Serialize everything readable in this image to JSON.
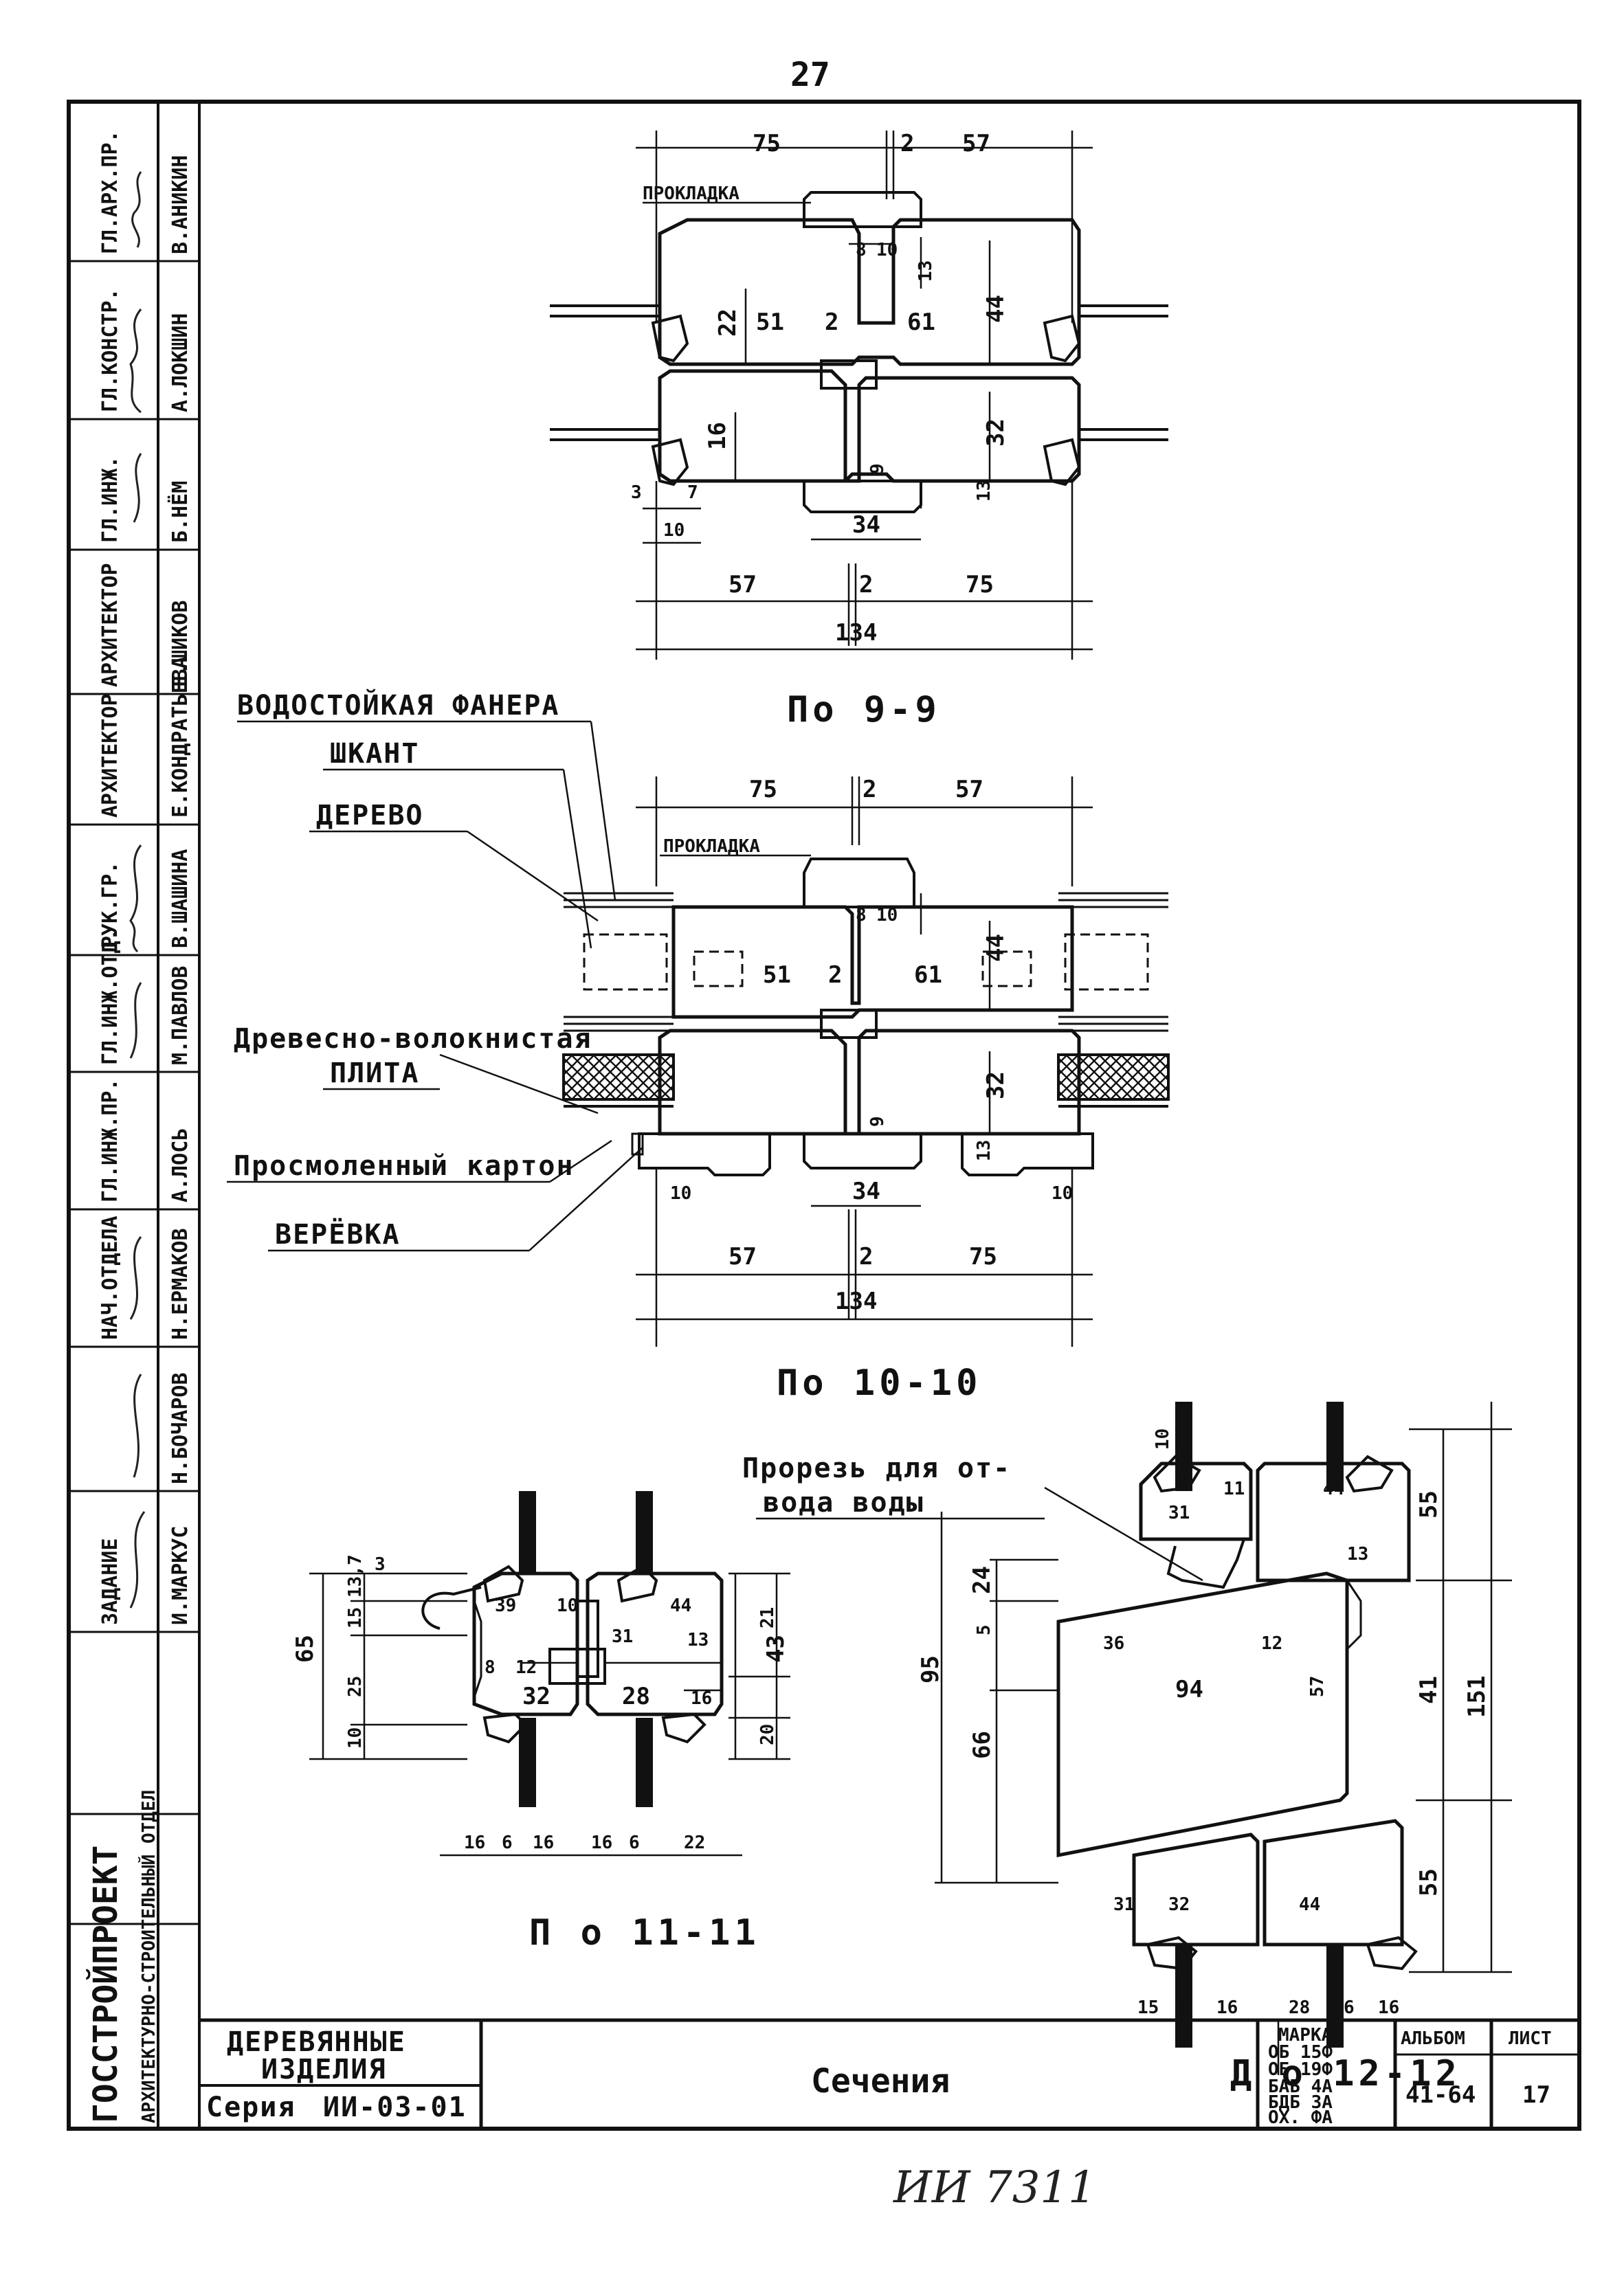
{
  "page_number": "27",
  "side_stamp": {
    "row_titles": [
      "ГЛ.АРХ.ПР.",
      "ГЛ.КОНСТР.",
      "ГЛ.ИНЖ.",
      "АРХИТЕКТОР",
      "АРХИТЕКТОР",
      "РУК.ГР.",
      "ГЛ.ИНЖ.ОТД.",
      "ГЛ.ИНЖ.ПР.",
      "НАЧ.ОТДЕЛА",
      "ЗАДАНИЕ"
    ],
    "row_names": [
      "В.АНИКИН",
      "А.ЛОКШИН",
      "Б.НЁМ",
      "Е.ШИКОВ",
      "Е.КОНДРАТЬЕВА",
      "В.ШАШИНА",
      "М.ПАВЛОВ",
      "А.ЛОСЬ",
      "Н.ЕРМАКОВ",
      "Н.БОЧАРОВ"
    ],
    "last_name": "И.МАРКУС",
    "org": "ГОССТРОЙПРОЕКТ",
    "dept": "АРХИТЕКТУРНО-СТРОИТЕЛЬНЫЙ ОТДЕЛ"
  },
  "sections": {
    "s9": "По 9-9",
    "s10": "По 10-10",
    "s11": "П о 11-11",
    "s12": "Д о 12-12"
  },
  "labels": {
    "prokladka": "ПРОКЛАДКА",
    "plywood": "ВОДОСТОЙКАЯ ФАНЕРА",
    "dowel": "ШКАНТ",
    "wood": "ДЕРЕВО",
    "fiberboard_1": "Древесно-волокнистая",
    "fiberboard_2": "ПЛИТА",
    "cardboard": "Просмоленный картон",
    "wrap": "ВЕРЁВКА",
    "slot_1": "Прорезь для от-",
    "slot_2": "вода воды"
  },
  "dims_9": {
    "a": "75",
    "b": "2",
    "c": "57",
    "d": "51",
    "e": "2",
    "f": "61",
    "g": "22",
    "h": "44",
    "i": "16",
    "j": "32",
    "k": "13",
    "l": "34",
    "m": "3",
    "n": "7",
    "o": "10",
    "p": "57",
    "q": "2",
    "r": "75",
    "total": "134",
    "s": "8",
    "t": "10",
    "u": "9"
  },
  "dims_10": {
    "a": "75",
    "b": "2",
    "c": "57",
    "d": "51",
    "e": "2",
    "f": "61",
    "h": "44",
    "j": "32",
    "k": "13",
    "l": "34",
    "o": "10",
    "p": "57",
    "q": "2",
    "r": "75",
    "total": "134",
    "s": "8",
    "t": "10",
    "u": "9"
  },
  "dims_11": {
    "h": "65",
    "a": "10",
    "b": "25",
    "c": "15",
    "d": "13,7",
    "e": "3",
    "f": "39",
    "g": "44",
    "i": "31",
    "j": "13",
    "k": "32",
    "l": "28",
    "m": "16",
    "n": "8",
    "o": "12",
    "p": "10",
    "q": "21",
    "r": "43",
    "s": "20",
    "bottom": [
      "16",
      "6",
      "16",
      "16",
      "6",
      "22"
    ]
  },
  "dims_12": {
    "top": "10",
    "a": "31",
    "b": "44",
    "c": "11",
    "d": "12",
    "e": "13",
    "f": "36",
    "g": "94",
    "h": "57",
    "i": "95",
    "j": "66",
    "k": "24",
    "l": "5",
    "m": "55",
    "n": "41",
    "o": "55",
    "total": "151",
    "p": "32",
    "q": "44",
    "r": "31",
    "bottom": [
      "15",
      "6",
      "16",
      "28",
      "6",
      "16"
    ]
  },
  "title_block": {
    "product_1": "ДЕРЕВЯННЫЕ",
    "product_2": "ИЗДЕЛИЯ",
    "series_label": "Серия",
    "series_value": "ИИ-03-01",
    "sheet_title": "Сечения",
    "marks_head": "МАРКА",
    "marks": [
      "ОБ 15Ф",
      "ОБ 19Ф",
      "БАБ 4А",
      "БДБ 3А",
      "ОХ. ФА"
    ],
    "album_head": "АЛЬБОМ",
    "album": "41-64",
    "sheet_head": "ЛИСТ",
    "sheet": "17"
  },
  "handwritten_code": "ИИ 7311"
}
